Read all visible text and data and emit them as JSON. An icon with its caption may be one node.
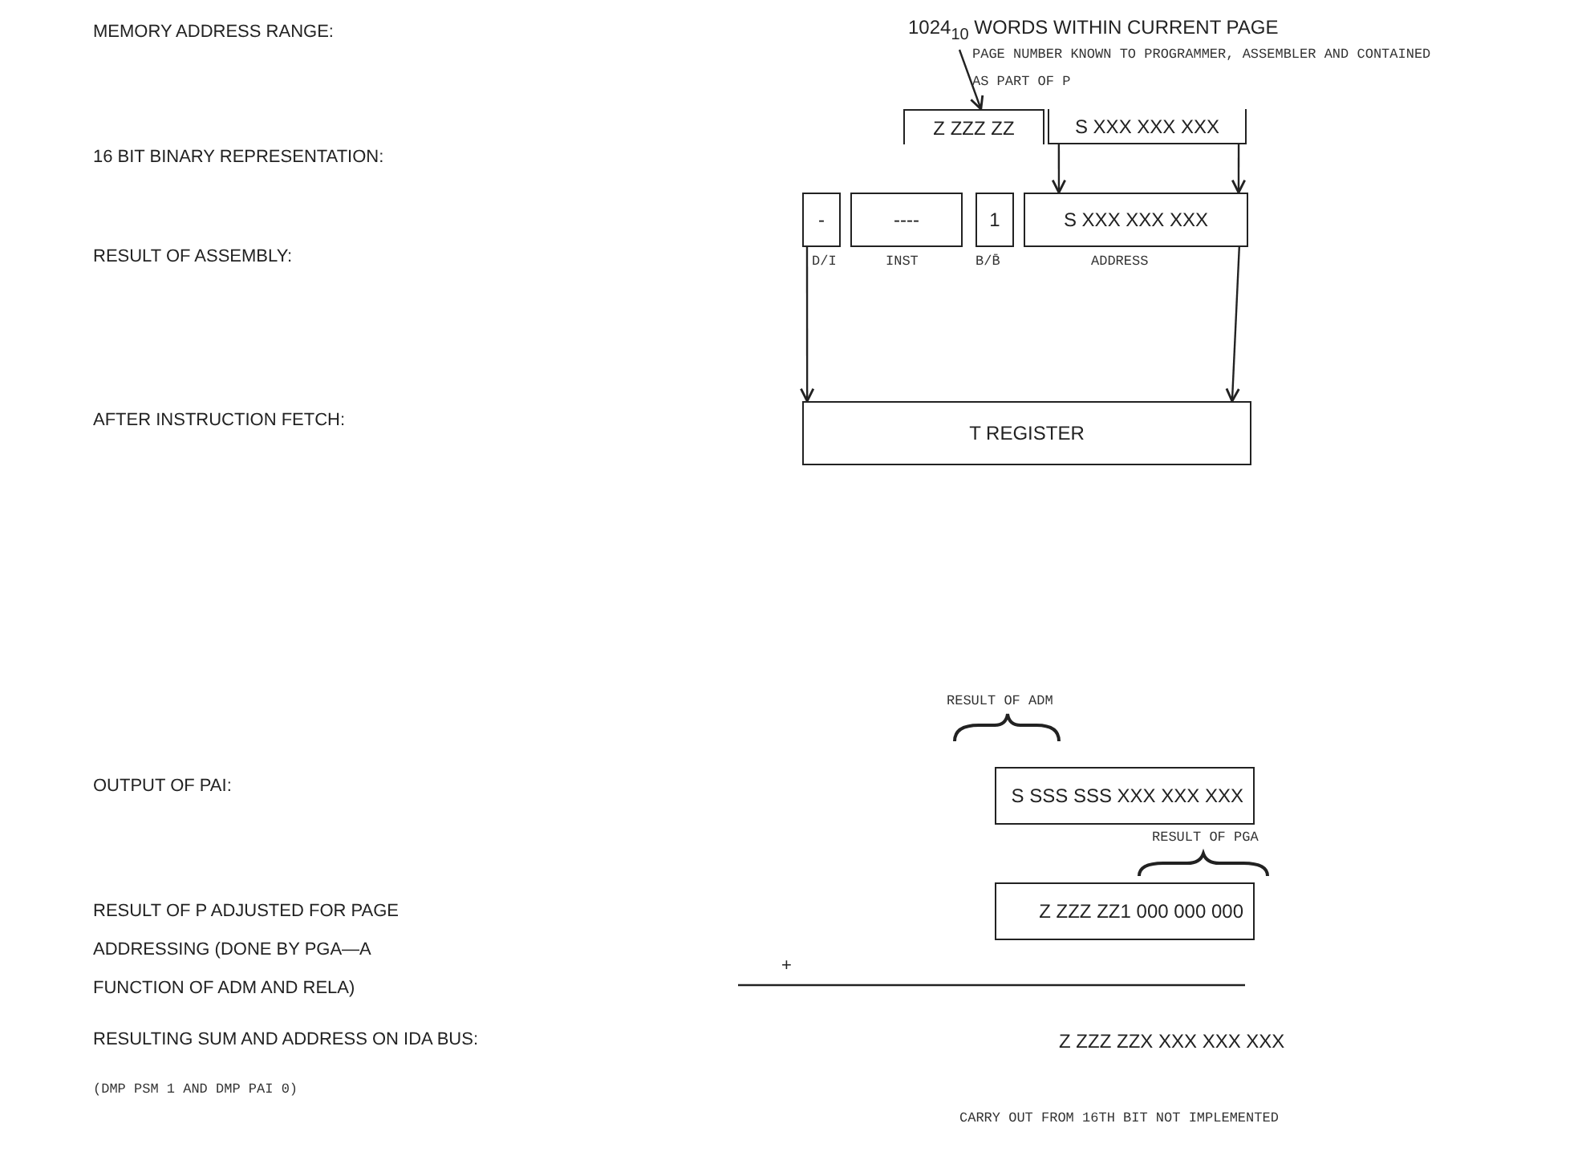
{
  "diagram": {
    "nodes": [
      {
        "text": [
          "PAGE NUMBER KNOWN TO PROGRAMMER, ASSEMBLER AND CONTAINED AS PART OF P"
        ]
      },
      {
        "text": [
          "Z ZZZ ZZ"
        ]
      },
      {
        "text": [
          "S XXX XXX XXX"
        ]
      },
      {
        "text": [
          "-"
        ],
        "beside": [
          "D/I"
        ]
      },
      {
        "text": [
          "----"
        ],
        "beside": [
          "INST"
        ]
      },
      {
        "text": [
          "1"
        ],
        "beside": [
          "B/B̄"
        ]
      },
      {
        "text": [
          "S XXX XXX XXX"
        ],
        "beside": [
          "ADDRESS"
        ]
      },
      {
        "text": [
          "T REGISTER"
        ]
      },
      {
        "text": [
          "S SSS SSS XXX XXX XXX"
        ]
      },
      {
        "text": [
          "Z ZZZ ZZ1 000 000 000"
        ]
      }
    ],
    "edges": [
      {
        "from": 0,
        "to": 1,
        "arrow": "to"
      },
      {
        "from": 2,
        "to": 6,
        "arrow": "to"
      },
      {
        "from": 2,
        "to": 6,
        "arrow": "to"
      },
      {
        "from": 3,
        "to": 7,
        "arrow": "to"
      },
      {
        "from": 6,
        "to": 7,
        "arrow": "to"
      }
    ],
    "labels": [
      "MEMORY ADDRESS RANGE:",
      "1024$_{10}$ WORDS WITHIN CURRENT PAGE",
      "16 BIT BINARY REPRESENTATION:",
      "RESULT OF ASSEMBLY:",
      "AFTER INSTRUCTION FETCH:",
      "RESULT OF ADM",
      "OUTPUT OF PAI:",
      "RESULT OF PGA",
      "RESULT OF P ADJUSTED FOR PAGE ADDRESSING (DONE BY PGA—A FUNCTION OF ADM AND RELA)",
      "+",
      "RESULTING SUM AND ADDRESS ON IDA BUS:",
      "Z ZZZ ZZX XXX XXX XXX",
      "(DMP PSM 1 AND DMP PAI 0)",
      "CARRY OUT FROM 16TH BIT NOT IMPLEMENTED"
    ]
  }
}
